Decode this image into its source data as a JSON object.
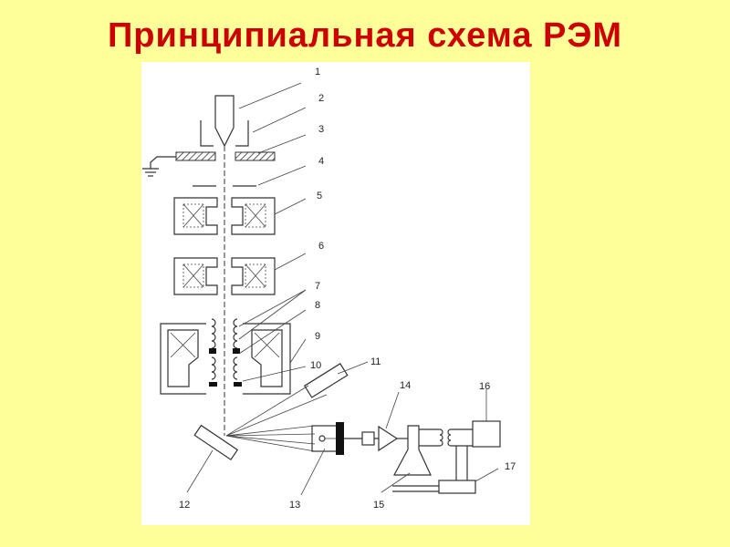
{
  "title": "Принципиальная схема РЭМ",
  "diagram": {
    "labels": [
      "1",
      "2",
      "3",
      "4",
      "5",
      "6",
      "7",
      "8",
      "9",
      "10",
      "11",
      "12",
      "13",
      "14",
      "15",
      "16",
      "17"
    ]
  }
}
